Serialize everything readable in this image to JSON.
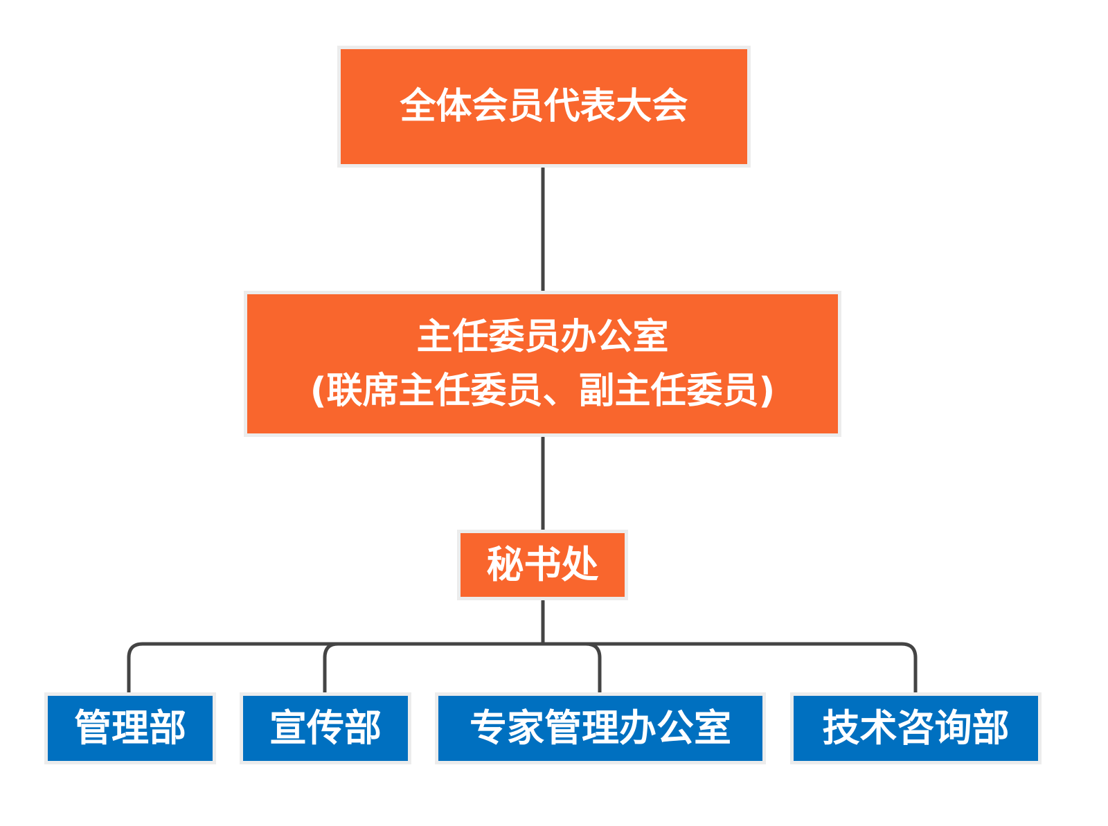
{
  "colors": {
    "orange_box": "#f9662d",
    "blue_box": "#0070c0",
    "connector": "#444444",
    "box_border": "#ececec",
    "text": "#ffffff"
  },
  "nodes": {
    "assembly": {
      "label": "全体会员代表大会"
    },
    "office": {
      "line1": "主任委员办公室",
      "line2": "(联席主任委员、副主任委员)"
    },
    "secretariat": {
      "label": "秘书处"
    },
    "departments": [
      {
        "label": "管理部"
      },
      {
        "label": "宣传部"
      },
      {
        "label": "专家管理办公室"
      },
      {
        "label": "技术咨询部"
      }
    ]
  }
}
